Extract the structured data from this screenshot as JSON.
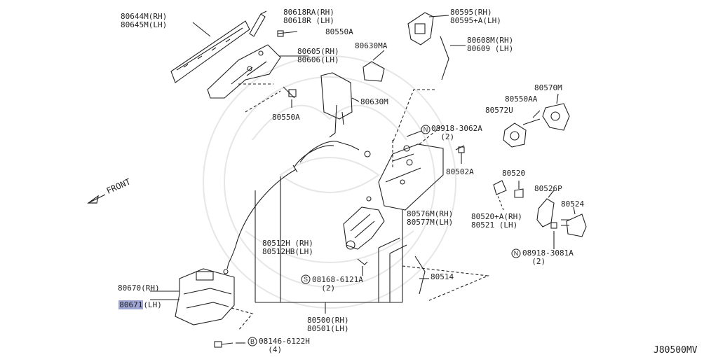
{
  "labels": {
    "handle_outer": "80644M(RH)\n80645M(LH)",
    "handle_gasket": "80618RA(RH)\n80618R (LH)",
    "screw_top": "80550A",
    "bracket_handle": "80605(RH)\n80606(LH)",
    "rod_upper": "80630MA",
    "screw_lower": "80550A",
    "rod_mid": "80630M",
    "inner_handle": "80595(RH)\n80595+A(LH)",
    "rod_inner": "80608M(RH)\n80609 (LH)",
    "striker_assy": "80570M",
    "striker_screw": "80550AA",
    "striker_bush": "80572U",
    "nut_a": "08918-3062A\n  (2)",
    "bolt_b": "80502A",
    "lock_motor": "80576M(RH)\n80577M(LH)",
    "cable": "80512H (RH)\n80512HB(LH)",
    "screw_c": "08168-6121A\n  (2)",
    "rod_lower": "80514",
    "lock_assy": "80500(RH)\n80501(LH)",
    "bumper": "80520",
    "bumper_assy": "80520+A(RH)\n80521 (LH)",
    "gasket": "80526P",
    "striker": "80524",
    "nut_b": "08918-3081A\n  (2)",
    "actuator_rh": "80670(RH)",
    "actuator_lh_num": "80671",
    "actuator_lh_side": "(LH)",
    "bolt_d": "08146-6122H\n  (4)",
    "front": "FRONT",
    "code": "J80500MV"
  },
  "markers": {
    "s": "S",
    "n1": "N",
    "n2": "N",
    "b": "B"
  },
  "icons": [
    "front-arrow-icon"
  ],
  "colors": {
    "line": "#222222",
    "highlight": "#9ea6d6",
    "watermark": "#e6e6e6"
  }
}
